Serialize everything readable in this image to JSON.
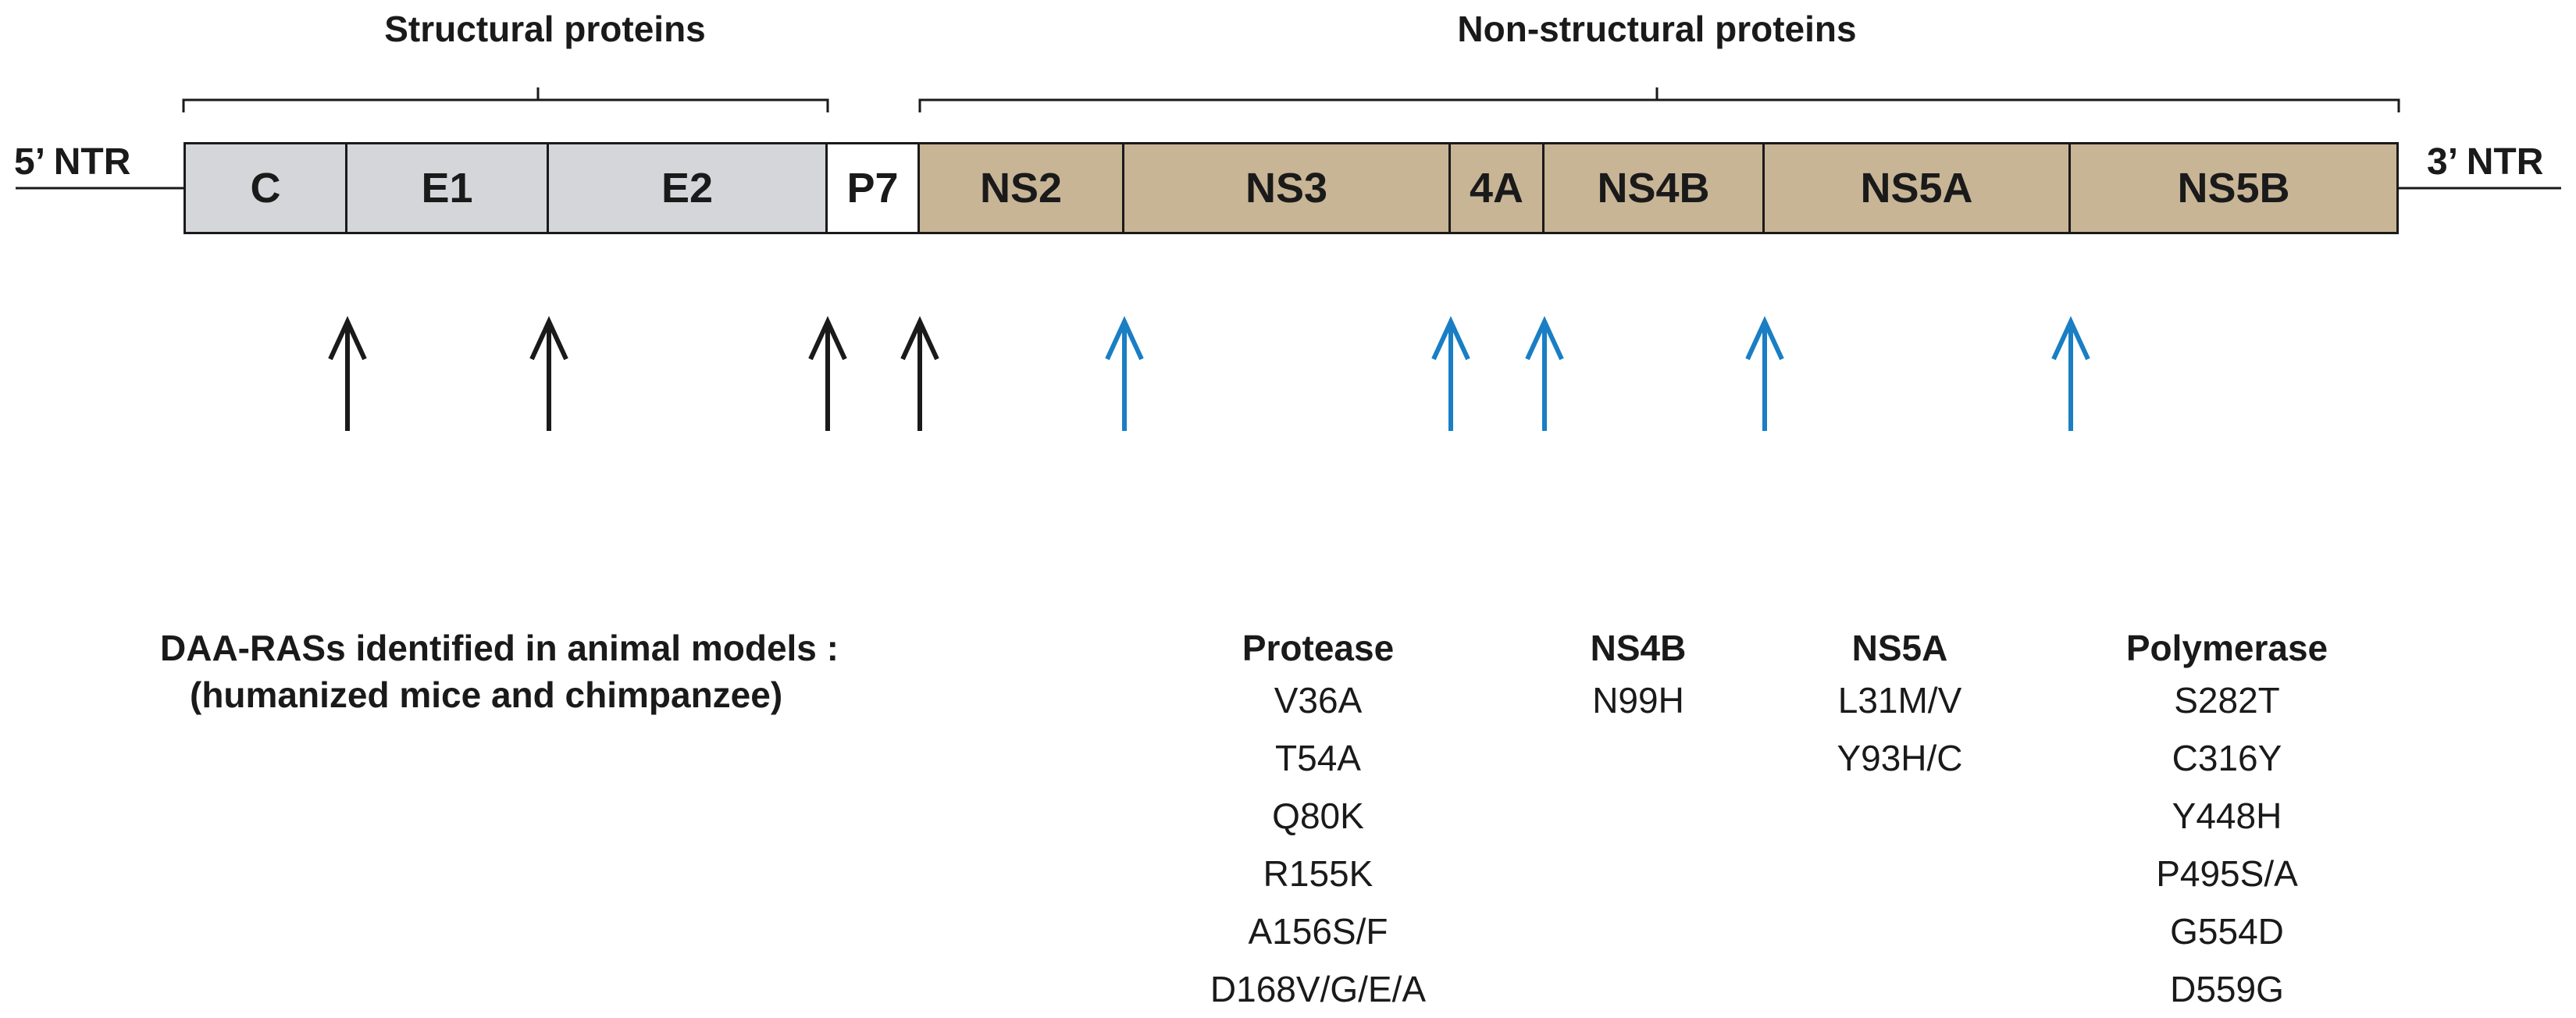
{
  "headers": {
    "structural": "Structural proteins",
    "non_structural": "Non-structural proteins"
  },
  "ntr": {
    "left": "5’ NTR",
    "right": "3’ NTR"
  },
  "segments": [
    {
      "id": "c",
      "label": "C",
      "group": "structural"
    },
    {
      "id": "e1",
      "label": "E1",
      "group": "structural"
    },
    {
      "id": "e2",
      "label": "E2",
      "group": "structural"
    },
    {
      "id": "p7",
      "label": "P7",
      "group": "p7"
    },
    {
      "id": "ns2",
      "label": "NS2",
      "group": "non-structural"
    },
    {
      "id": "ns3",
      "label": "NS3",
      "group": "non-structural"
    },
    {
      "id": "4a",
      "label": "4A",
      "group": "non-structural"
    },
    {
      "id": "ns4b",
      "label": "NS4B",
      "group": "non-structural"
    },
    {
      "id": "ns5a",
      "label": "NS5A",
      "group": "non-structural"
    },
    {
      "id": "ns5b",
      "label": "NS5B",
      "group": "non-structural"
    }
  ],
  "colors": {
    "structural_fill": "#d4d6d9",
    "p7_fill": "#ffffff",
    "non_structural_fill": "#c8b596",
    "outline": "#1a1a1a",
    "host_arrow": "#1a1a1a",
    "viral_arrow": "#1a7ec4"
  },
  "cleavage_arrows": {
    "host": 4,
    "viral": 5
  },
  "daa_title": {
    "line1": "DAA-RASs identified in animal models :",
    "line2": "(humanized mice and chimpanzee)"
  },
  "mutation_groups": [
    {
      "id": "protease",
      "title": "Protease",
      "items": [
        "V36A",
        "T54A",
        "Q80K",
        "R155K",
        "A156S/F",
        "D168V/G/E/A"
      ]
    },
    {
      "id": "ns4b",
      "title": "NS4B",
      "items": [
        "N99H"
      ]
    },
    {
      "id": "ns5a",
      "title": "NS5A",
      "items": [
        "L31M/V",
        "Y93H/C"
      ]
    },
    {
      "id": "polymerase",
      "title": "Polymerase",
      "items": [
        "S282T",
        "C316Y",
        "Y448H",
        "P495S/A",
        "G554D",
        "D559G"
      ]
    }
  ]
}
